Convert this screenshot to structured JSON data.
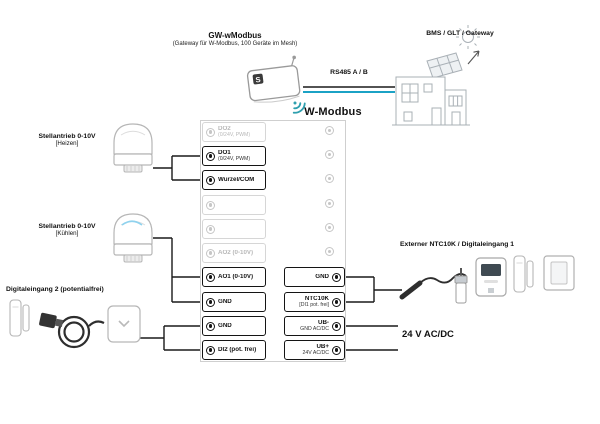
{
  "colors": {
    "wifi_blue": "#3aa5dc",
    "device_wifi_teal": "#2e9fae",
    "rs485_line_blue": "#1ba2c5",
    "wire_black": "#1a1a1a",
    "inactive_gray": "#c6c6c6"
  },
  "top": {
    "device_title": "GW-wModbus",
    "device_subtitle": "(Gateway für W-Modbus, 100 Geräte im Mesh)",
    "device_logo": "S",
    "bms_label": "BMS / GLT / Gateway",
    "rs485_label": "RS485 A / B",
    "protocol_title": "W-Modbus"
  },
  "left_labels": {
    "actuator1_title": "Stellantrieb 0-10V",
    "actuator1_sub": "[Heizen]",
    "actuator2_title": "Stellantrieb 0-10V",
    "actuator2_sub": "[Kühlen]",
    "digital_input2": "Digitaleingang 2 (potentialfrei)"
  },
  "right_labels": {
    "sensor_group": "Externer NTC10K / Digitaleingang 1",
    "power": "24 V AC/DC"
  },
  "terminal_block": {
    "left": [
      {
        "label": "DO2",
        "sub": "(0/24V, PWM)",
        "state": "inactive"
      },
      {
        "label": "DO1",
        "sub": "(0/24V, PWM)",
        "state": "active"
      },
      {
        "label": "Wurzel/COM",
        "sub": "",
        "state": "active"
      },
      {
        "label": "",
        "sub": "",
        "state": "empty"
      },
      {
        "label": "",
        "sub": "",
        "state": "empty"
      },
      {
        "label": "AO2 (0-10V)",
        "sub": "",
        "state": "inactive"
      },
      {
        "label": "AO1 (0-10V)",
        "sub": "",
        "state": "active"
      },
      {
        "label": "GND",
        "sub": "",
        "state": "active"
      },
      {
        "label": "GND",
        "sub": "",
        "state": "active"
      },
      {
        "label": "DI2 (pot. frei)",
        "sub": "",
        "state": "active"
      }
    ],
    "right": [
      {
        "label": "GND",
        "sub": "",
        "state": "active"
      },
      {
        "label": "NTC10K",
        "sub": "[DI1 pot. frei]",
        "state": "active"
      },
      {
        "label": "UB-",
        "sub": "GND AC/DC",
        "state": "active"
      },
      {
        "label": "UB+",
        "sub": "24V AC/DC",
        "state": "active"
      }
    ]
  }
}
